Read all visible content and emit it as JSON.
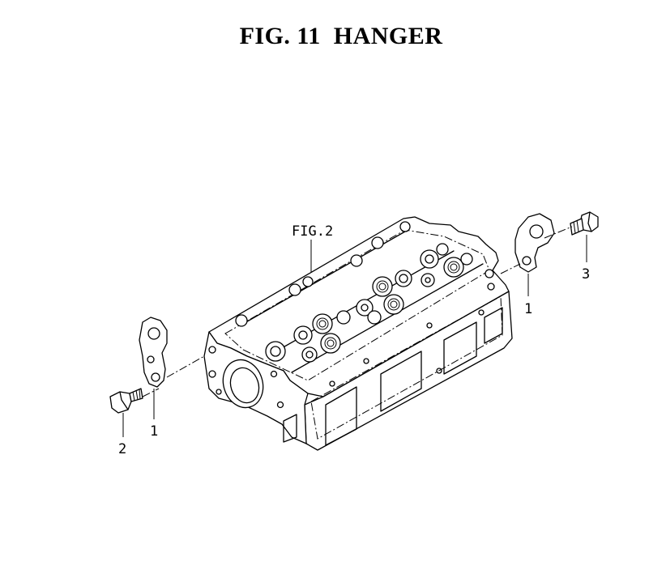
{
  "title": "FIG. 11  HANGER",
  "reference_label": "FIG.2",
  "callouts": {
    "hanger_right": "1",
    "bolt_right": "3",
    "hanger_left": "1",
    "bolt_left": "2"
  }
}
